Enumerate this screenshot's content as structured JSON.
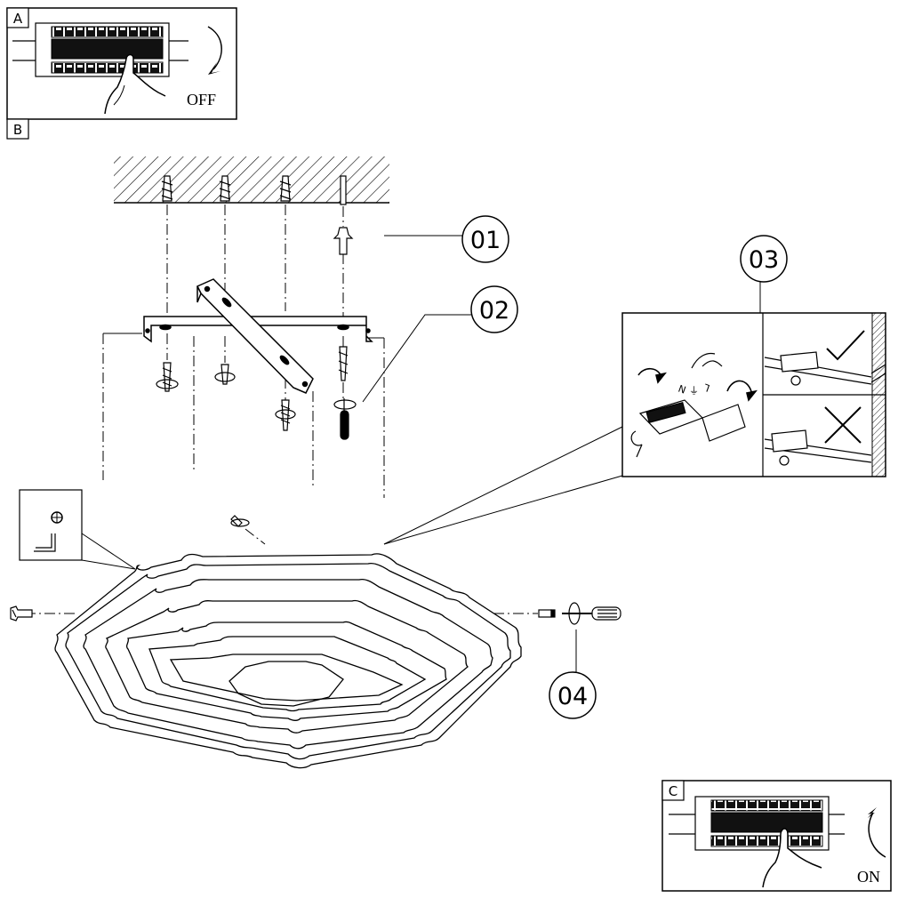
{
  "panels": {
    "a": {
      "letter": "A",
      "state_label": "OFF"
    },
    "b": {
      "letter": "B"
    },
    "c": {
      "letter": "C",
      "state_label": "ON"
    }
  },
  "callouts": {
    "c01": "01",
    "c02": "02",
    "c03": "03",
    "c04": "04"
  },
  "wiring": {
    "n_label": "N",
    "pe_label": "⏚",
    "l_label": "L",
    "correct_mark": "check-icon",
    "wrong_mark": "cross-icon"
  }
}
